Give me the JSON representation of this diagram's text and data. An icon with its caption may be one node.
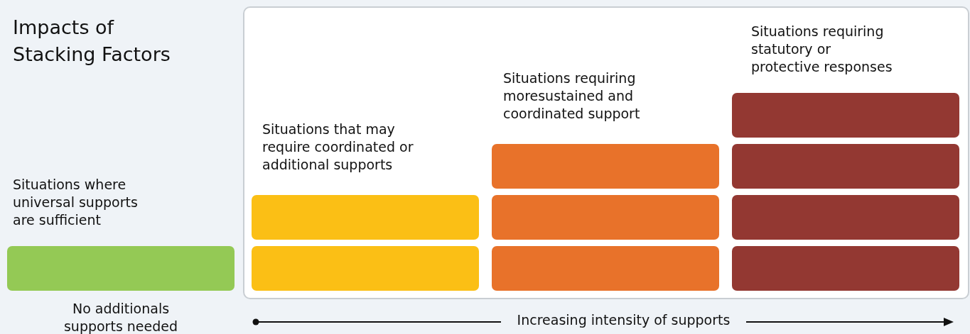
{
  "diagram": {
    "title": "Impacts of Stacking Factors",
    "nodes": [
      {
        "text": [],
        "shape": "box",
        "beside": [
          "No additionals supports needed"
        ]
      },
      {
        "text": [],
        "shape": "box"
      },
      {
        "text": [],
        "shape": "box"
      },
      {
        "text": [],
        "shape": "box"
      },
      {
        "text": [],
        "shape": "box"
      },
      {
        "text": [],
        "shape": "box"
      },
      {
        "text": [],
        "shape": "box"
      },
      {
        "text": [],
        "shape": "box"
      },
      {
        "text": [],
        "shape": "box"
      },
      {
        "text": [],
        "shape": "box"
      }
    ],
    "edges": [],
    "labels": [
      "Situations where universal supports are sufficient",
      "Situations that may require coordinated or additional supports",
      "Situations requiring moresustained and coordinated support",
      "Situations requiring statutory or protective responses",
      "Increasing intensity of supports"
    ]
  }
}
